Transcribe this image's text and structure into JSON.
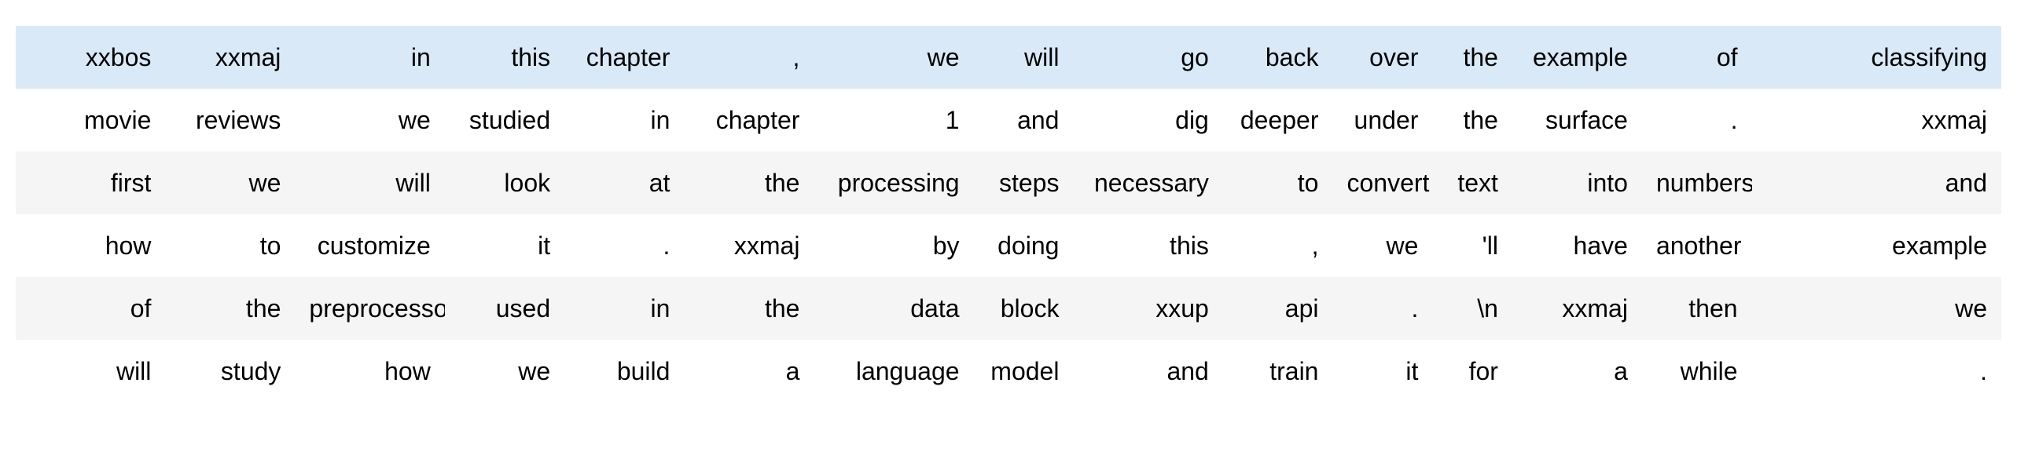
{
  "table": {
    "description": "tokenized-text-batch",
    "colors": {
      "highlight_row_bg": "#d9e9f8",
      "striped_row_bg": "#f5f5f5",
      "plain_row_bg": "#ffffff",
      "text_color": "#000000"
    },
    "highlight_row_index": 0,
    "rows": [
      [
        "xxbos",
        "xxmaj",
        "in",
        "this",
        "chapter",
        ",",
        "we",
        "will",
        "go",
        "back",
        "over",
        "the",
        "example",
        "of",
        "classifying"
      ],
      [
        "movie",
        "reviews",
        "we",
        "studied",
        "in",
        "chapter",
        "1",
        "and",
        "dig",
        "deeper",
        "under",
        "the",
        "surface",
        ".",
        "xxmaj"
      ],
      [
        "first",
        "we",
        "will",
        "look",
        "at",
        "the",
        "processing",
        "steps",
        "necessary",
        "to",
        "convert",
        "text",
        "into",
        "numbers",
        "and"
      ],
      [
        "how",
        "to",
        "customize",
        "it",
        ".",
        "xxmaj",
        "by",
        "doing",
        "this",
        ",",
        "we",
        "'ll",
        "have",
        "another",
        "example"
      ],
      [
        "of",
        "the",
        "preprocessor",
        "used",
        "in",
        "the",
        "data",
        "block",
        "xxup",
        "api",
        ".",
        "\\n",
        "xxmaj",
        "then",
        "we"
      ],
      [
        "will",
        "study",
        "how",
        "we",
        "build",
        "a",
        "language",
        "model",
        "and",
        "train",
        "it",
        "for",
        "a",
        "while",
        "."
      ]
    ]
  }
}
